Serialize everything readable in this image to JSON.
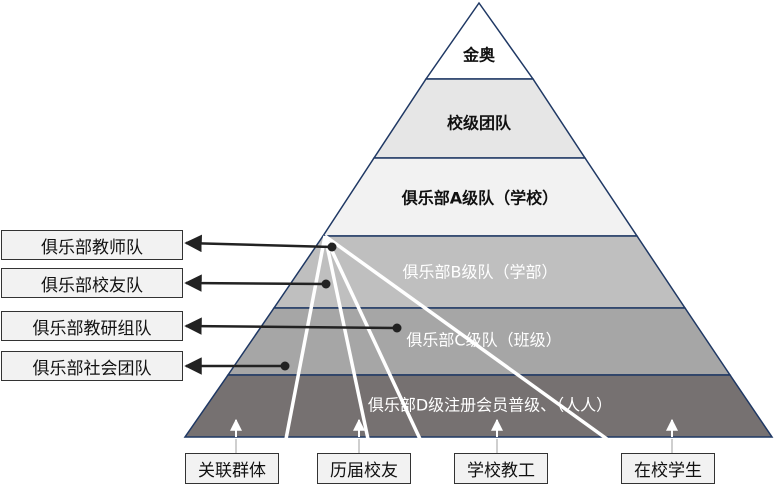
{
  "pyramid": {
    "layers": [
      {
        "label": "金奥",
        "fill": "#ffffff",
        "text_color": "#111111"
      },
      {
        "label": "校级团队",
        "fill": "#e6e6e6",
        "text_color": "#111111"
      },
      {
        "label": "俱乐部A级队（学校）",
        "fill": "#f2f2f2",
        "text_color": "#111111"
      },
      {
        "label": "俱乐部B级队（学部）",
        "fill": "#bfbfbf",
        "text_color": "#ffffff"
      },
      {
        "label": "俱乐部C级队（班级）",
        "fill": "#a6a6a6",
        "text_color": "#ffffff"
      },
      {
        "label": "俱乐部D级注册会员普级、（人人）",
        "fill": "#767171",
        "text_color": "#ffffff"
      }
    ]
  },
  "side_boxes": [
    {
      "label": "俱乐部教师队"
    },
    {
      "label": "俱乐部校友队"
    },
    {
      "label": "俱乐部教研组队"
    },
    {
      "label": "俱乐部社会团队"
    }
  ],
  "bottom_boxes": [
    {
      "label": "关联群体"
    },
    {
      "label": "历届校友"
    },
    {
      "label": "学校教工"
    },
    {
      "label": "在校学生"
    }
  ],
  "colors": {
    "outline": "#1f3864",
    "arrow": "#222222"
  }
}
